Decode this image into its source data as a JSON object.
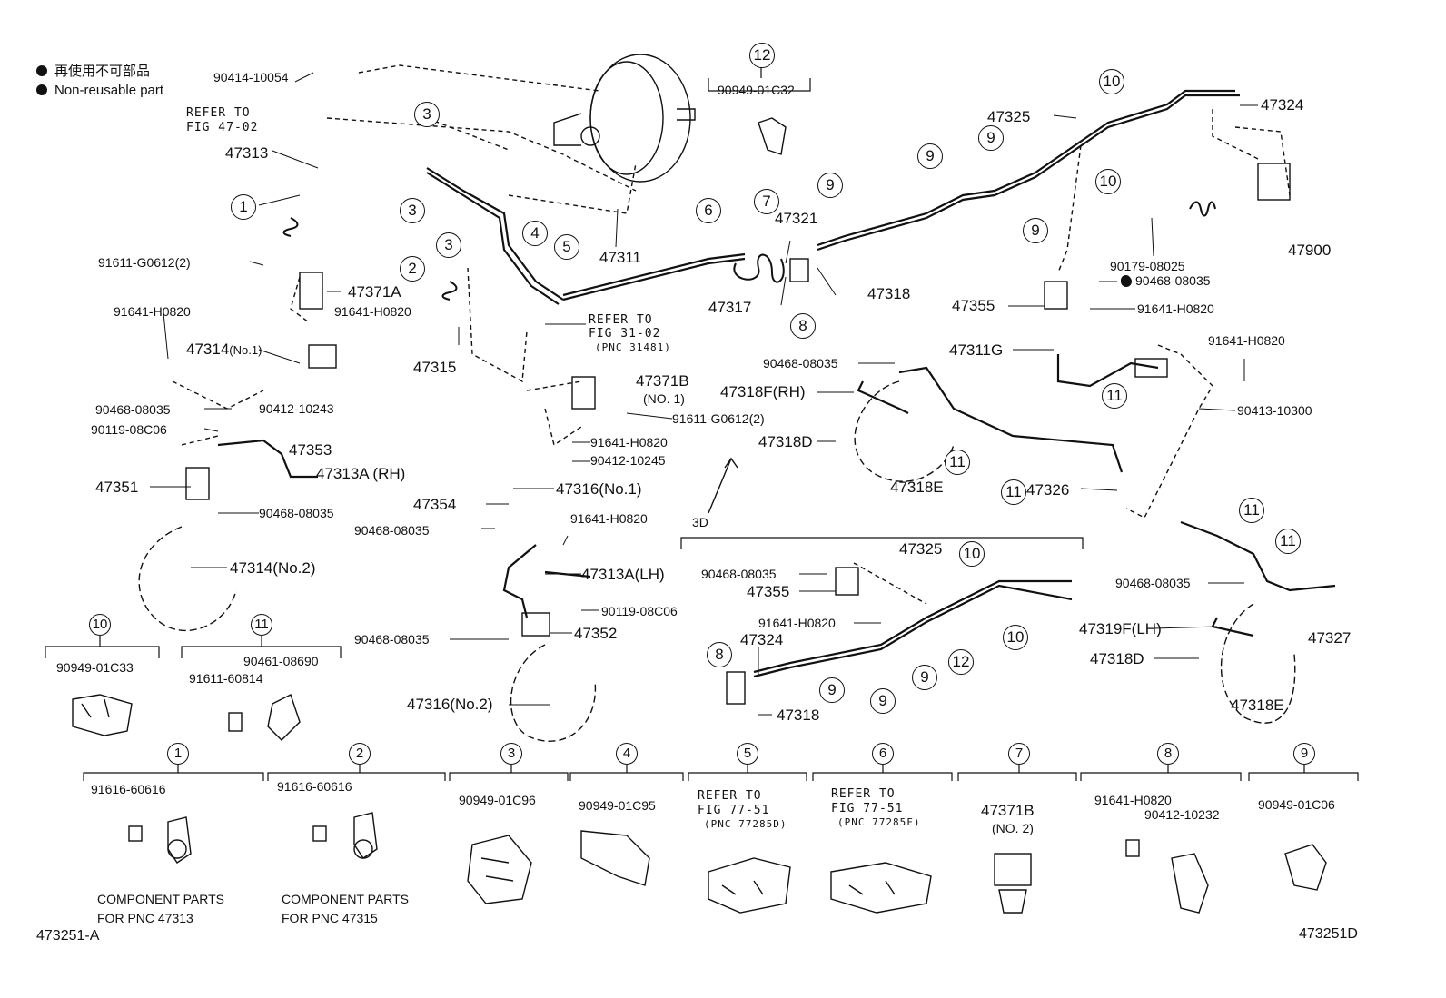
{
  "legend": {
    "line_jp": "再使用不可部品",
    "line_en": "Non-reusable part"
  },
  "diagram_id_left": "473251-A",
  "diagram_id_right": "473251D",
  "view_label": "3D",
  "parts": {
    "p90414_10054": "90414-10054",
    "refer_47_02_a": "REFER TO",
    "refer_47_02_b": "FIG 47-02",
    "p47313": "47313",
    "p91611_g0612_top": "91611-G0612(2)",
    "p47371a": "47371A",
    "p91641_h0820_a": "91641-H0820",
    "p91641_h0820_b": "91641-H0820",
    "p47314_no1": "47314",
    "p47314_no1_sub": "(No.1)",
    "p90412_10243": "90412-10243",
    "p90468_08035_a": "90468-08035",
    "p90119_08c06_a": "90119-08C06",
    "p47353": "47353",
    "p47313a_rh": "47313A",
    "p47313a_rh_sub": "(RH)",
    "p47351": "47351",
    "p90468_08035_b": "90468-08035",
    "p47314_no2": "47314",
    "p47314_no2_sub": "(No.2)",
    "p47315": "47315",
    "p47311": "47311",
    "refer_31_02_a": "REFER TO",
    "refer_31_02_b": "FIG 31-02",
    "refer_31_02_c": "(PNC 31481)",
    "p47371b": "47371B",
    "p47371b_sub": "(NO. 1)",
    "p91611_g0612_mid": "91611-G0612(2)",
    "p91641_h0820_c": "91641-H0820",
    "p90412_10245": "90412-10245",
    "p47316_no1": "47316",
    "p47316_no1_sub": "(No.1)",
    "p47354": "47354",
    "p90468_08035_c": "90468-08035",
    "p91641_h0820_d": "91641-H0820",
    "p47313a_lh": "47313A",
    "p47313a_lh_sub": "(LH)",
    "p90119_08c06_b": "90119-08C06",
    "p90468_08035_d": "90468-08035",
    "p47352": "47352",
    "p47316_no2": "47316",
    "p47316_no2_sub": "(No.2)",
    "p90949_01c32": "90949-01C32",
    "p47321": "47321",
    "p47317": "47317",
    "p47318_top": "47318",
    "p47325_top": "47325",
    "p47324_top": "47324",
    "p47900": "47900",
    "p90179_08025": "90179-08025",
    "p90468_08035_e": "90468-08035",
    "p47355_top": "47355",
    "p91641_h0820_e": "91641-H0820",
    "p47311g": "47311G",
    "p91641_h0820_f": "91641-H0820",
    "p90413_10300": "90413-10300",
    "p90468_08035_f": "90468-08035",
    "p47318f": "47318F",
    "p47318f_sub": "(RH)",
    "p47318d_top": "47318D",
    "p47318e_top": "47318E",
    "p47326": "47326",
    "p90468_08035_g": "90468-08035",
    "p47355_bot": "47355",
    "p47325_bot": "47325",
    "p91641_h0820_g": "91641-H0820",
    "p47324_bot": "47324",
    "p47318_bot": "47318",
    "p90468_08035_h": "90468-08035",
    "p47319f": "47319F",
    "p47319f_sub": "(LH)",
    "p47318d_bot": "47318D",
    "p47318e_bot": "47318E",
    "p47327": "47327"
  },
  "callouts_top": [
    {
      "n": "3"
    },
    {
      "n": "3"
    },
    {
      "n": "3"
    },
    {
      "n": "1"
    },
    {
      "n": "2"
    },
    {
      "n": "4"
    },
    {
      "n": "5"
    },
    {
      "n": "6"
    },
    {
      "n": "7"
    },
    {
      "n": "8"
    },
    {
      "n": "9"
    },
    {
      "n": "9"
    },
    {
      "n": "9"
    },
    {
      "n": "9"
    },
    {
      "n": "10"
    },
    {
      "n": "10"
    },
    {
      "n": "11"
    },
    {
      "n": "11"
    },
    {
      "n": "11"
    },
    {
      "n": "11"
    },
    {
      "n": "11"
    },
    {
      "n": "12"
    },
    {
      "n": "8"
    },
    {
      "n": "9"
    },
    {
      "n": "9"
    },
    {
      "n": "9"
    },
    {
      "n": "10"
    },
    {
      "n": "10"
    },
    {
      "n": "12"
    }
  ],
  "boxes_small": [
    {
      "num": "10",
      "part": "90949-01C33"
    },
    {
      "num": "11",
      "part_a": "90461-08690",
      "part_b": "91611-60814"
    }
  ],
  "boxes_bottom": [
    {
      "num": "1",
      "part": "91616-60616",
      "note_a": "COMPONENT PARTS",
      "note_b": "FOR PNC 47313"
    },
    {
      "num": "2",
      "part": "91616-60616",
      "note_a": "COMPONENT PARTS",
      "note_b": "FOR PNC 47315"
    },
    {
      "num": "3",
      "part": "90949-01C96"
    },
    {
      "num": "4",
      "part": "90949-01C95"
    },
    {
      "num": "5",
      "ref_a": "REFER TO",
      "ref_b": "FIG 77-51",
      "ref_c": "(PNC 77285D)"
    },
    {
      "num": "6",
      "ref_a": "REFER TO",
      "ref_b": "FIG 77-51",
      "ref_c": "(PNC 77285F)"
    },
    {
      "num": "7",
      "part": "47371B",
      "sub": "(NO. 2)"
    },
    {
      "num": "8",
      "part_a": "91641-H0820",
      "part_b": "90412-10232"
    },
    {
      "num": "9",
      "part": "90949-01C06"
    }
  ]
}
